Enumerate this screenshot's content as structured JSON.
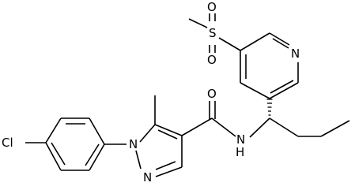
{
  "molecule": {
    "atoms": {
      "cl": "Cl",
      "n1": "N",
      "n2": "N",
      "o_amide": "O",
      "nh": "N",
      "h": "H",
      "s": "S",
      "o_s_top": "O",
      "o_s_bottom": "O",
      "n_pyr": "N"
    }
  }
}
